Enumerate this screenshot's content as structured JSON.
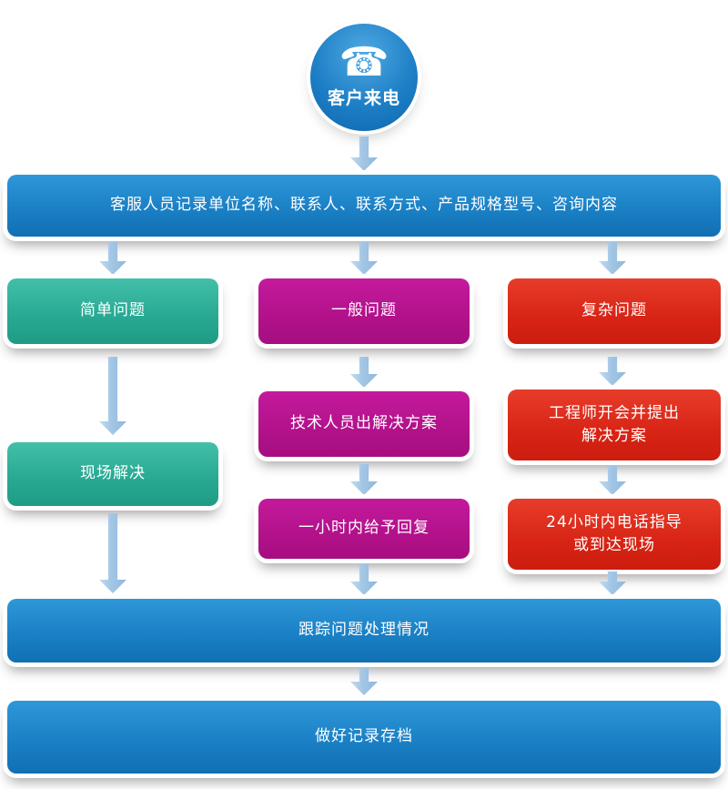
{
  "page": {
    "background": "#ffffff"
  },
  "colors": {
    "bar_blue": "#1b80c5",
    "box_teal": "#27a892",
    "box_magenta": "#b2118a",
    "box_red": "#d82415",
    "arrow_blue": "#a3c6e5",
    "circle_blue": "#1e7fc6",
    "text": "#ffffff"
  },
  "start": {
    "icon": "☎",
    "label": "客户来电"
  },
  "intake_bar": {
    "label": "客服人员记录单位名称、联系人、联系方式、产品规格型号、咨询内容"
  },
  "branch_simple": {
    "header": "简单问题",
    "step1": "现场解决"
  },
  "branch_general": {
    "header": "一般问题",
    "step1": "技术人员出解决方案",
    "step2": "一小时内给予回复"
  },
  "branch_complex": {
    "header": "复杂问题",
    "step1_line1": "工程师开会并提出",
    "step1_line2": "解决方案",
    "step2_line1": "24小时内电话指导",
    "step2_line2": "或到达现场"
  },
  "track_bar": {
    "label": "跟踪问题处理情况"
  },
  "archive_bar": {
    "label": "做好记录存档"
  }
}
